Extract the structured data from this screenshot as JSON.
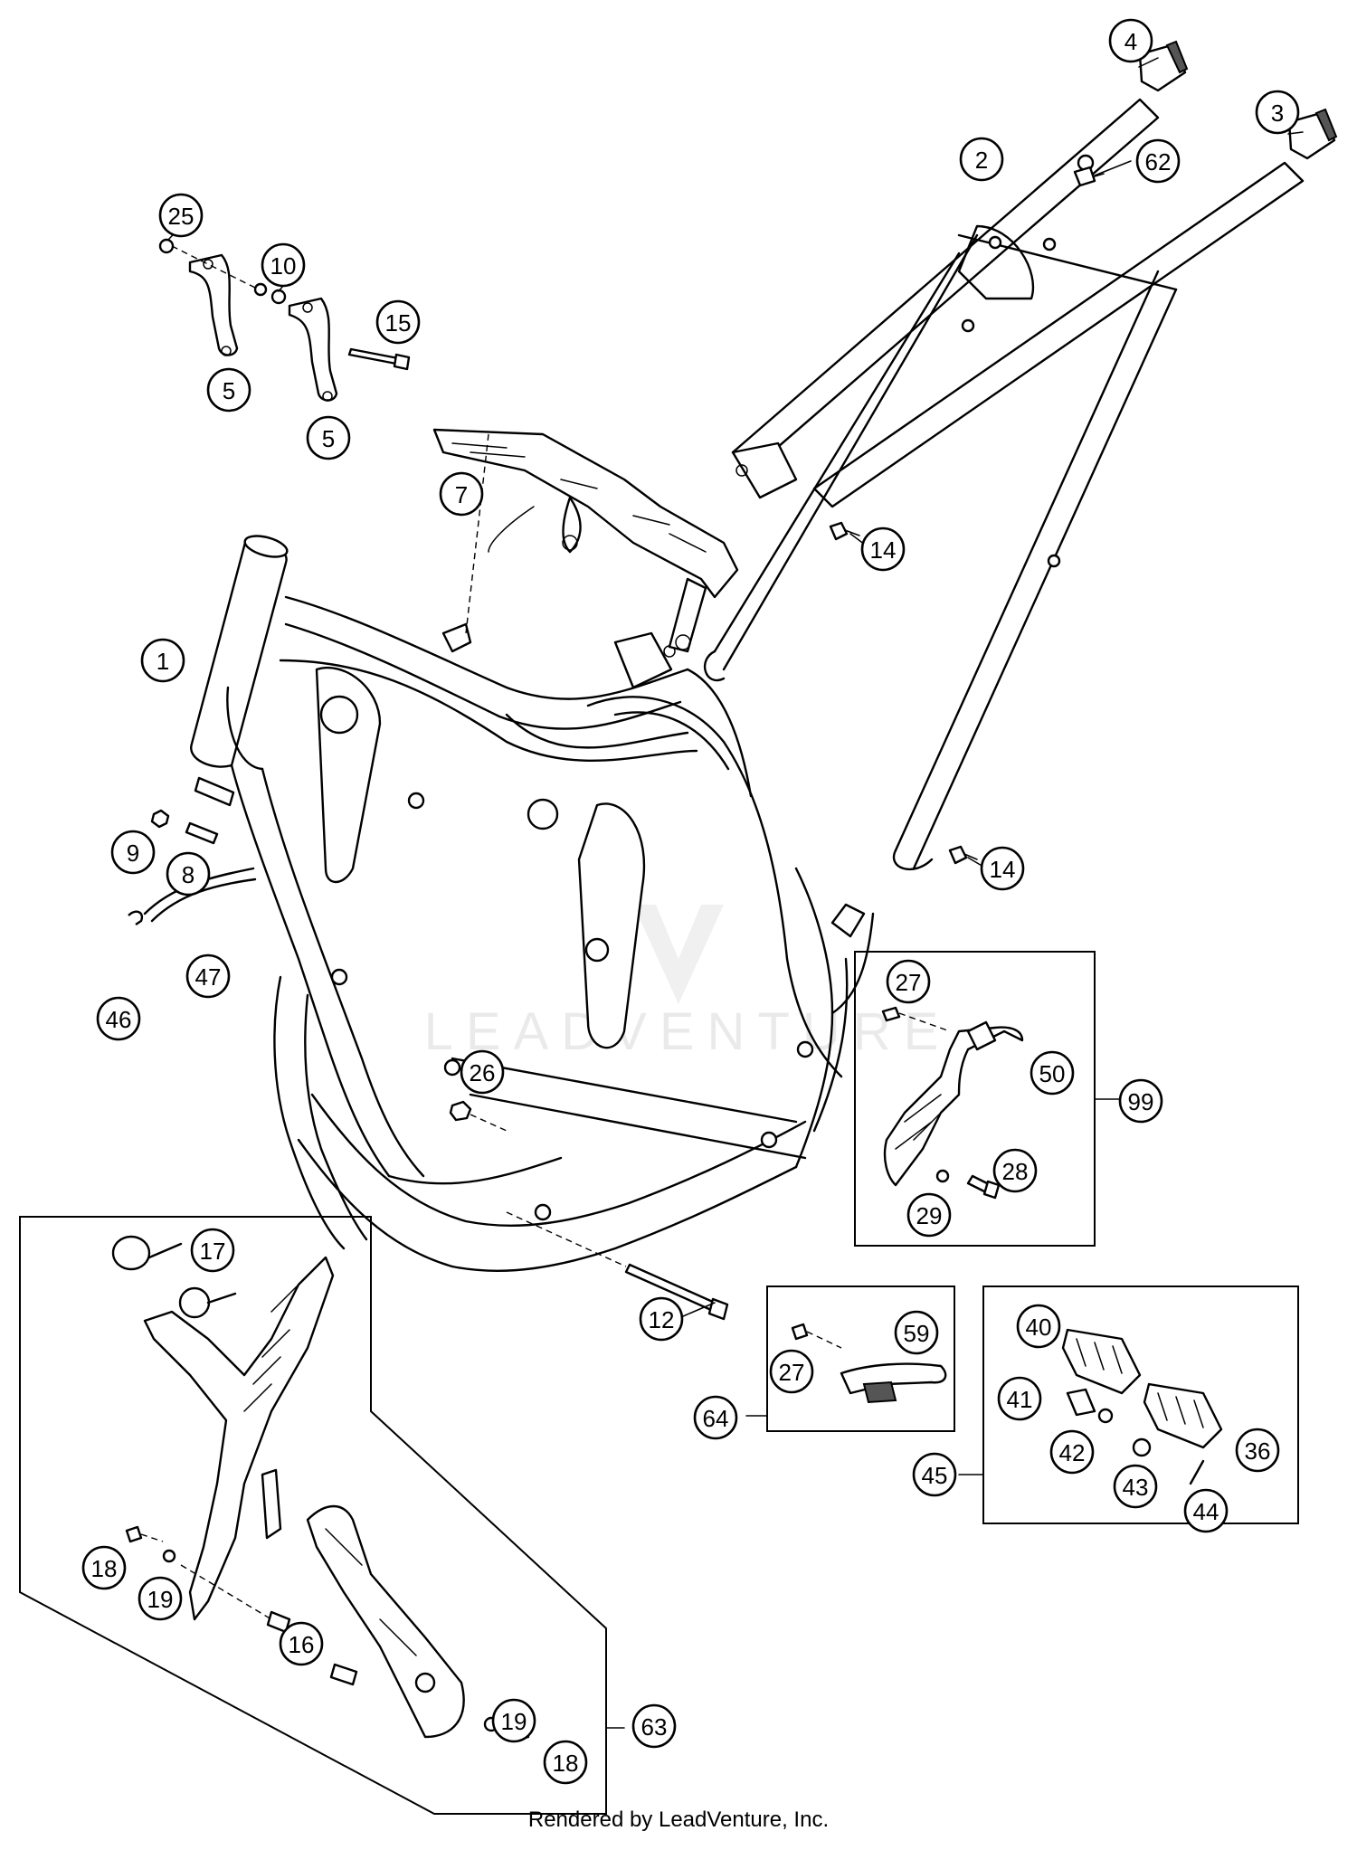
{
  "diagram": {
    "callouts": [
      {
        "id": "1",
        "label": "1"
      },
      {
        "id": "2",
        "label": "2"
      },
      {
        "id": "3",
        "label": "3"
      },
      {
        "id": "4",
        "label": "4"
      },
      {
        "id": "5a",
        "label": "5"
      },
      {
        "id": "5b",
        "label": "5"
      },
      {
        "id": "7",
        "label": "7"
      },
      {
        "id": "8",
        "label": "8"
      },
      {
        "id": "9",
        "label": "9"
      },
      {
        "id": "10",
        "label": "10"
      },
      {
        "id": "12",
        "label": "12"
      },
      {
        "id": "14a",
        "label": "14"
      },
      {
        "id": "14b",
        "label": "14"
      },
      {
        "id": "15",
        "label": "15"
      },
      {
        "id": "16",
        "label": "16"
      },
      {
        "id": "17",
        "label": "17"
      },
      {
        "id": "18a",
        "label": "18"
      },
      {
        "id": "18b",
        "label": "18"
      },
      {
        "id": "19a",
        "label": "19"
      },
      {
        "id": "19b",
        "label": "19"
      },
      {
        "id": "25",
        "label": "25"
      },
      {
        "id": "26",
        "label": "26"
      },
      {
        "id": "27a",
        "label": "27"
      },
      {
        "id": "27b",
        "label": "27"
      },
      {
        "id": "28",
        "label": "28"
      },
      {
        "id": "29",
        "label": "29"
      },
      {
        "id": "36",
        "label": "36"
      },
      {
        "id": "40",
        "label": "40"
      },
      {
        "id": "41",
        "label": "41"
      },
      {
        "id": "42",
        "label": "42"
      },
      {
        "id": "43",
        "label": "43"
      },
      {
        "id": "44",
        "label": "44"
      },
      {
        "id": "45",
        "label": "45"
      },
      {
        "id": "46",
        "label": "46"
      },
      {
        "id": "47",
        "label": "47"
      },
      {
        "id": "50",
        "label": "50"
      },
      {
        "id": "59",
        "label": "59"
      },
      {
        "id": "62",
        "label": "62"
      },
      {
        "id": "63",
        "label": "63"
      },
      {
        "id": "64",
        "label": "64"
      },
      {
        "id": "99",
        "label": "99"
      }
    ],
    "watermark": "LEADVENTURE"
  },
  "footer": {
    "credit": "Rendered by LeadVenture, Inc."
  }
}
